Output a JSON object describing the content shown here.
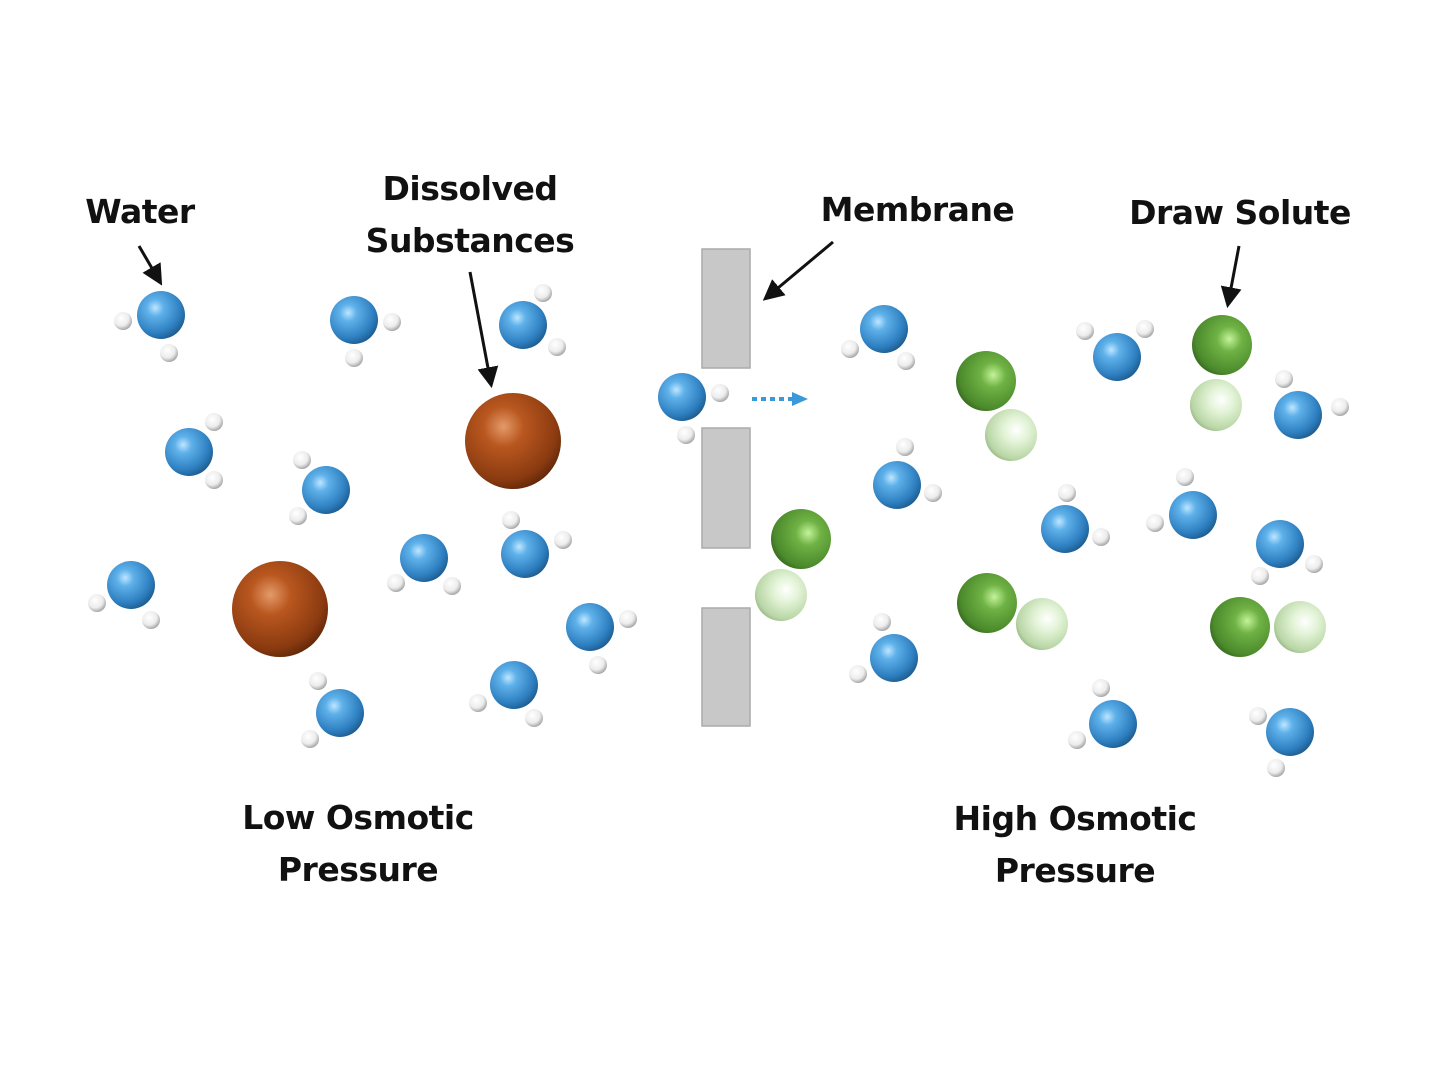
{
  "title": "Forward osmosis diagram",
  "labels": {
    "water": "Water",
    "dissolved_line1": "Dissolved",
    "dissolved_line2": "Substances",
    "membrane": "Membrane",
    "draw_solute": "Draw Solute",
    "low_line1": "Low Osmotic",
    "low_line2": "Pressure",
    "high_line1": "High Osmotic",
    "high_line2": "Pressure"
  },
  "colors": {
    "water_oxygen": "#3a8fd0",
    "hydrogen": "#f0f0f0",
    "dissolved_substance": "#a0461a",
    "draw_solute_dark": "#5a9a35",
    "draw_solute_light": "#d6ecc6",
    "membrane": "#c8c8c8",
    "flow_arrow": "#3a9ad9"
  },
  "legend": {
    "flow_direction": "left-to-right through membrane"
  }
}
